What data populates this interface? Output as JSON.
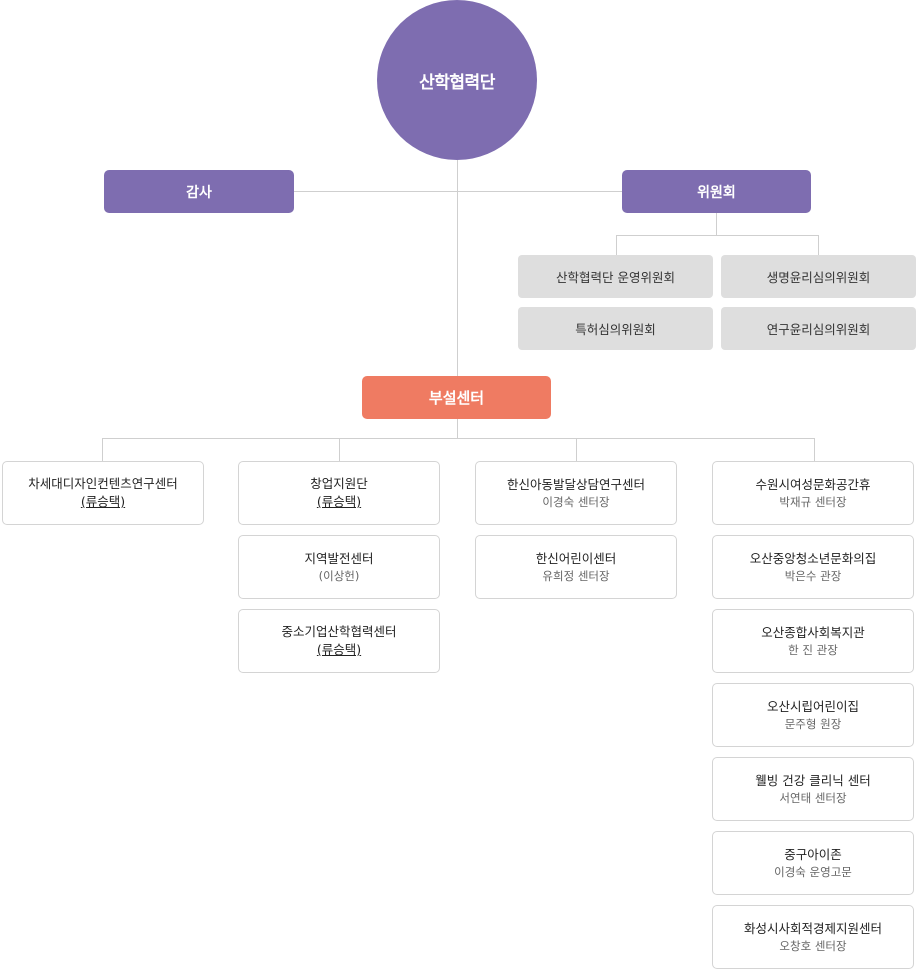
{
  "root": {
    "label": "산학협력단"
  },
  "audit": {
    "label": "감사"
  },
  "committee": {
    "label": "위원회",
    "items": [
      "산학협력단 운영위원회",
      "생명윤리심의위원회",
      "특허심의위원회",
      "연구윤리심의위원회"
    ]
  },
  "affiliated": {
    "label": "부설센터"
  },
  "col1": [
    {
      "name": "차세대디자인컨텐츠연구센터",
      "sub": "(류승택)"
    }
  ],
  "col2": [
    {
      "name": "창업지원단",
      "sub": "(류승택)"
    },
    {
      "name": "지역발전센터",
      "sub": "(이상헌)"
    },
    {
      "name": "중소기업산학협력센터",
      "sub": "(류승택)"
    }
  ],
  "col3": [
    {
      "name": "한신아동발달상담연구센터",
      "sub": "이경숙 센터장"
    },
    {
      "name": "한신어린이센터",
      "sub": "유희정 센터장"
    }
  ],
  "col4": [
    {
      "name": "수원시여성문화공간휴",
      "sub": "박재규 센터장"
    },
    {
      "name": "오산중앙청소년문화의집",
      "sub": "박은수 관장"
    },
    {
      "name": "오산종합사회복지관",
      "sub": "한 진 관장"
    },
    {
      "name": "오산시립어린이집",
      "sub": "문주형 원장"
    },
    {
      "name": "웰빙 건강 클리닉 센터",
      "sub": "서연태 센터장"
    },
    {
      "name": "중구아이존",
      "sub": "이경숙 운영고문"
    },
    {
      "name": "화성시사회적경제지원센터",
      "sub": "오창호 센터장"
    }
  ]
}
